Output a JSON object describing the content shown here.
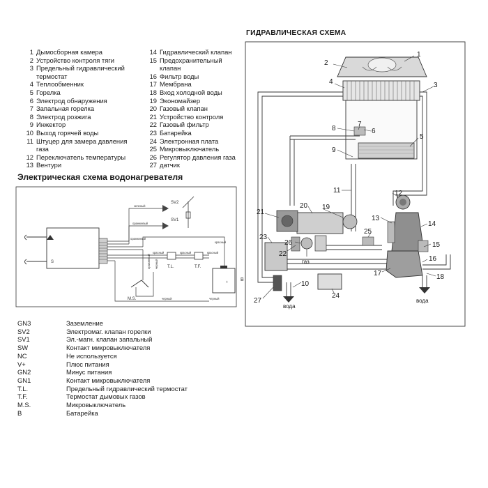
{
  "parts_left": [
    {
      "num": "1",
      "text": "Дымосборная камера"
    },
    {
      "num": "2",
      "text": "Устройство контроля тяги"
    },
    {
      "num": "3",
      "text": "Предельный гидравлический"
    },
    {
      "num": "",
      "text": "термостат"
    },
    {
      "num": "4",
      "text": "Теплообменник"
    },
    {
      "num": "5",
      "text": "Горелка"
    },
    {
      "num": "6",
      "text": "Электрод обнаружения"
    },
    {
      "num": "7",
      "text": "Запальная горелка"
    },
    {
      "num": "8",
      "text": "Электрод розжига"
    },
    {
      "num": "9",
      "text": "Инжектор"
    },
    {
      "num": "10",
      "text": "Выход горячей воды"
    },
    {
      "num": "11",
      "text": "Штуцер для замера давления"
    },
    {
      "num": "",
      "text": "газа"
    },
    {
      "num": "12",
      "text": "Переключатель температуры"
    },
    {
      "num": "13",
      "text": "Вентури"
    }
  ],
  "parts_right": [
    {
      "num": "14",
      "text": "Гидравлический клапан"
    },
    {
      "num": "15",
      "text": "Предохранительный"
    },
    {
      "num": "",
      "text": "клапан"
    },
    {
      "num": "16",
      "text": "Фильтр воды"
    },
    {
      "num": "17",
      "text": "Мембрана"
    },
    {
      "num": "18",
      "text": "Вход холодной воды"
    },
    {
      "num": "19",
      "text": "Экономайзер"
    },
    {
      "num": "20",
      "text": "Газовый клапан"
    },
    {
      "num": "21",
      "text": "Устройство контроля"
    },
    {
      "num": "22",
      "text": "Газовый фильтр"
    },
    {
      "num": "23",
      "text": "Батарейка"
    },
    {
      "num": "24",
      "text": "Электронная плата"
    },
    {
      "num": "25",
      "text": "Микровыключатель"
    },
    {
      "num": "26",
      "text": "Регулятор давления газа"
    },
    {
      "num": "27",
      "text": "датчик"
    }
  ],
  "electric": {
    "title": "Электрическая схема водонагревателя",
    "labels": {
      "sv2": "SV2",
      "sv1": "SV1",
      "green": "зеленый",
      "orange1": "оранжевый",
      "orange2": "оранжевый",
      "red1": "красный",
      "red2": "красный",
      "red3": "красный",
      "red4": "красный",
      "black1": "черный",
      "black2": "черный",
      "tl": "T.L.",
      "tf": "T.F.",
      "ms": "M.S.",
      "b": "B",
      "orange_v": "оранжевый",
      "black_v": "черный"
    }
  },
  "hydraulic": {
    "title": "ГИДРАВЛИЧЕСКАЯ СХЕМА",
    "callouts": [
      "1",
      "2",
      "3",
      "4",
      "5",
      "6",
      "7",
      "8",
      "9",
      "10",
      "11",
      "12",
      "13",
      "14",
      "15",
      "16",
      "17",
      "18",
      "19",
      "20",
      "21",
      "22",
      "23",
      "24",
      "25",
      "26",
      "27"
    ],
    "gas": "газ",
    "water_left": "вода",
    "water_right": "вода"
  },
  "legend": [
    {
      "abbr": "GN3",
      "text": "Заземление"
    },
    {
      "abbr": "SV2",
      "text": "Электромаг. клапан горелки"
    },
    {
      "abbr": "SV1",
      "text": "Эл.-магн. клапан запальный"
    },
    {
      "abbr": "SW",
      "text": "Контакт микровыключателя"
    },
    {
      "abbr": "NC",
      "text": "Не используется"
    },
    {
      "abbr": "V+",
      "text": "Плюс питания"
    },
    {
      "abbr": "GN2",
      "text": "Минус питания"
    },
    {
      "abbr": "GN1",
      "text": "Контакт микровыключателя"
    },
    {
      "abbr": "T.L.",
      "text": "Предельный гидравлический термостат"
    },
    {
      "abbr": "T.F.",
      "text": "Термостат дымовых газов"
    },
    {
      "abbr": "M.S.",
      "text": "Микровыключатель"
    },
    {
      "abbr": "B",
      "text": "Батарейка"
    }
  ]
}
